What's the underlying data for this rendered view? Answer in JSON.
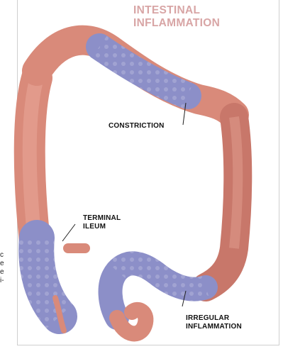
{
  "title": {
    "line1": "INTESTINAL",
    "line2": "INFLAMMATION"
  },
  "labels": {
    "constriction": "CONSTRICTION",
    "terminal_ileum": {
      "line1": "TERMINAL",
      "line2": "ILEUM"
    },
    "irregular": {
      "line1": "IRREGULAR",
      "line2": "INFLAMMATION"
    }
  },
  "side_fragments": [
    "c",
    "e",
    "e",
    "i-"
  ],
  "colors": {
    "healthy_tissue": "#d98a7a",
    "inflamed_tissue": "#8c8fc8",
    "title": "#d8a5a5"
  }
}
